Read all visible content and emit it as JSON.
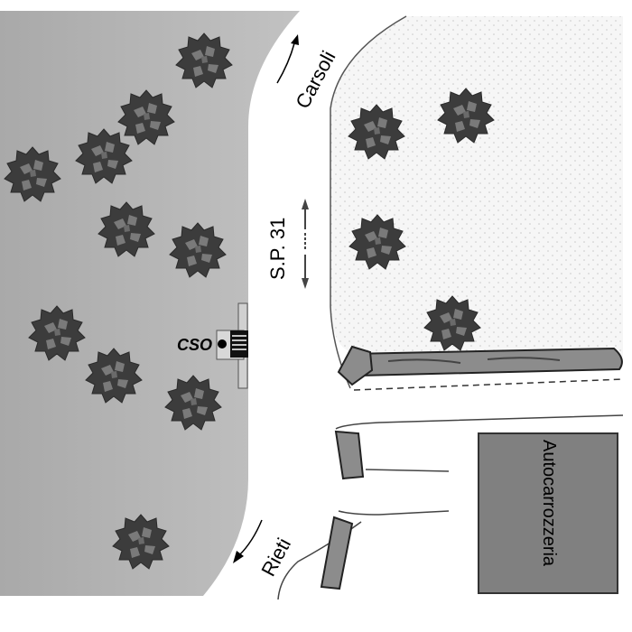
{
  "labels": {
    "road_name": "S.P. 31",
    "north_destination": "Carsoli",
    "south_destination": "Rieti",
    "station": "CSO",
    "building": "Autocarrozzeria"
  },
  "colors": {
    "left_area": "#b4b4b4",
    "right_area": "#f4f4f4",
    "tree_canopy": "#3c3c3c",
    "tree_leaf": "#7a7a7a",
    "building": "#808080",
    "barrier": "#8c8c8c",
    "outline": "#444444"
  },
  "icons": [
    "tree-icon",
    "station-marker-icon",
    "two-way-arrow-icon",
    "direction-arrow-icon"
  ]
}
